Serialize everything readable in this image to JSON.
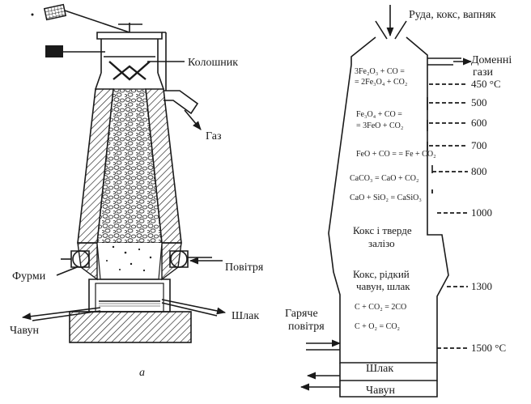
{
  "left_furnace": {
    "labels": {
      "top": "Колошник",
      "gas": "Газ",
      "tuyeres": "Фурми",
      "air": "Повітря",
      "iron": "Чавун",
      "slag": "Шлак"
    },
    "caption": "а"
  },
  "right_furnace": {
    "charge": "Руда, кокс, вапняк",
    "blast_gas_1": "Доменні",
    "blast_gas_2": "гази",
    "hot_air_1": "Гаряче",
    "hot_air_2": "повітря",
    "slag": "Шлак",
    "iron": "Чавун",
    "reactions": [
      {
        "line1": "3Fe₂O₃ + CO =",
        "line2": "= 2Fe₃O₄ + CO₂"
      },
      {
        "line1": "Fe₃O₄ + CO =",
        "line2": "= 3FeO + CO₂"
      },
      {
        "line1": "FeO + CO = = Fe + CO₂",
        "line2": ""
      },
      {
        "line1": "CaCO₃ = CaO + CO₂",
        "line2": ""
      },
      {
        "line1": "CaO + SiO₂ = CaSiO₃",
        "line2": ""
      },
      {
        "line1": "C + CO₂ = 2CO",
        "line2": ""
      },
      {
        "line1": "C + O₂ = CO₂",
        "line2": ""
      }
    ],
    "zones": {
      "solid_1": "Кокс і тверде",
      "solid_2": "залізо",
      "liquid_1": "Кокс, рідкий",
      "liquid_2": "чавун, шлак"
    },
    "temperatures": [
      "450 °C",
      "500",
      "600",
      "700",
      "800",
      "1000",
      "1300",
      "1500 °C"
    ]
  }
}
